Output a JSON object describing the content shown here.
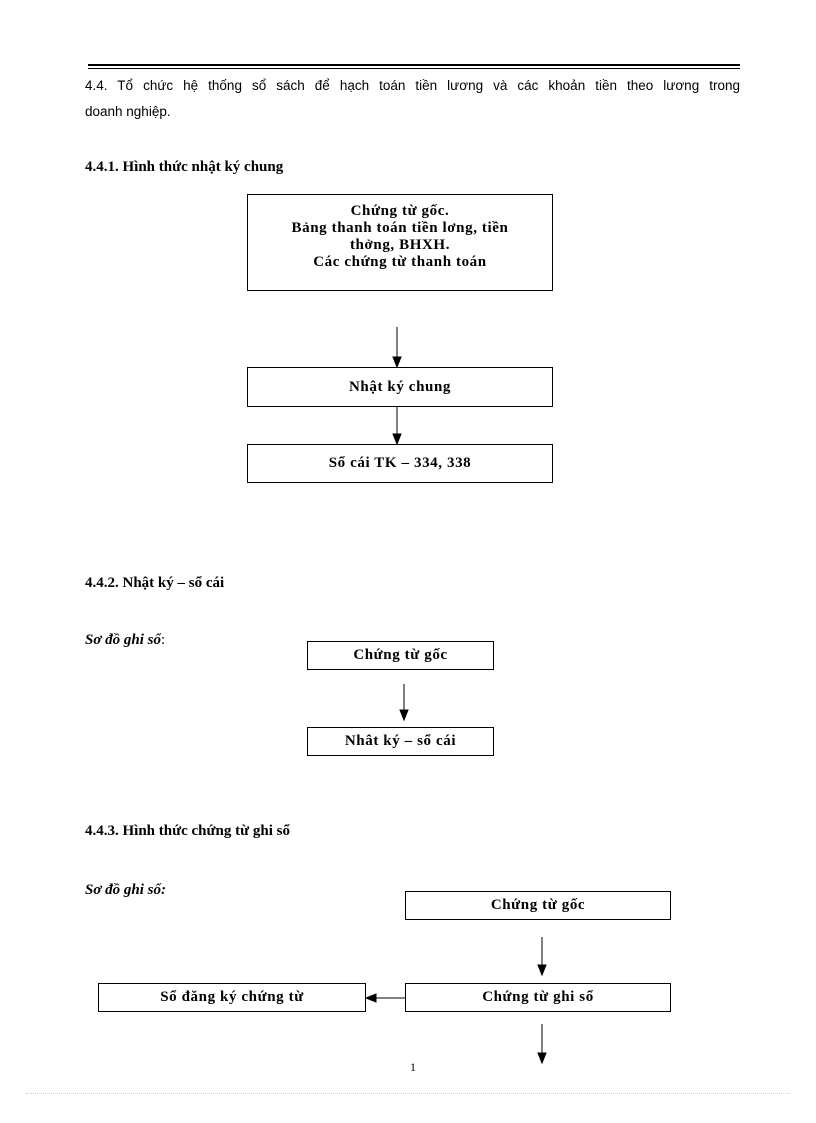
{
  "intro": {
    "line1": "4.4. Tổ chức hệ thống sổ sách để hạch toán tiền lương và các khoản tiền theo lương trong",
    "line2": "doanh nghiệp."
  },
  "sections": {
    "s441": {
      "heading": "4.4.1. Hình thức nhật ký chung",
      "box_source": [
        "Chứng từ gốc.",
        "Bảng thanh toán tiền lơng,   tiền",
        "thởng,    BHXH.",
        "Các chứng từ thanh toán"
      ],
      "box_journal": "Nhật ký chung",
      "box_ledger": "Sổ cái TK – 334, 338"
    },
    "s442": {
      "heading": "4.4.2. Nhật ký – sổ cái",
      "diagram_label": "Sơ đồ ghi sổ",
      "diagram_label_colon": ":",
      "box_source": "Chứng từ gốc",
      "box_journal_ledger": "Nhât ký – sổ cái"
    },
    "s443": {
      "heading": "4.4.3. Hình thức chứng từ ghi sổ",
      "diagram_label": "Sơ đồ ghi sổ:",
      "box_source": "Chứng từ gốc",
      "box_voucher": "Chứng từ ghi sổ",
      "box_register": "Sổ đăng ký chứng từ"
    }
  },
  "footer": {
    "page_number": "1"
  }
}
